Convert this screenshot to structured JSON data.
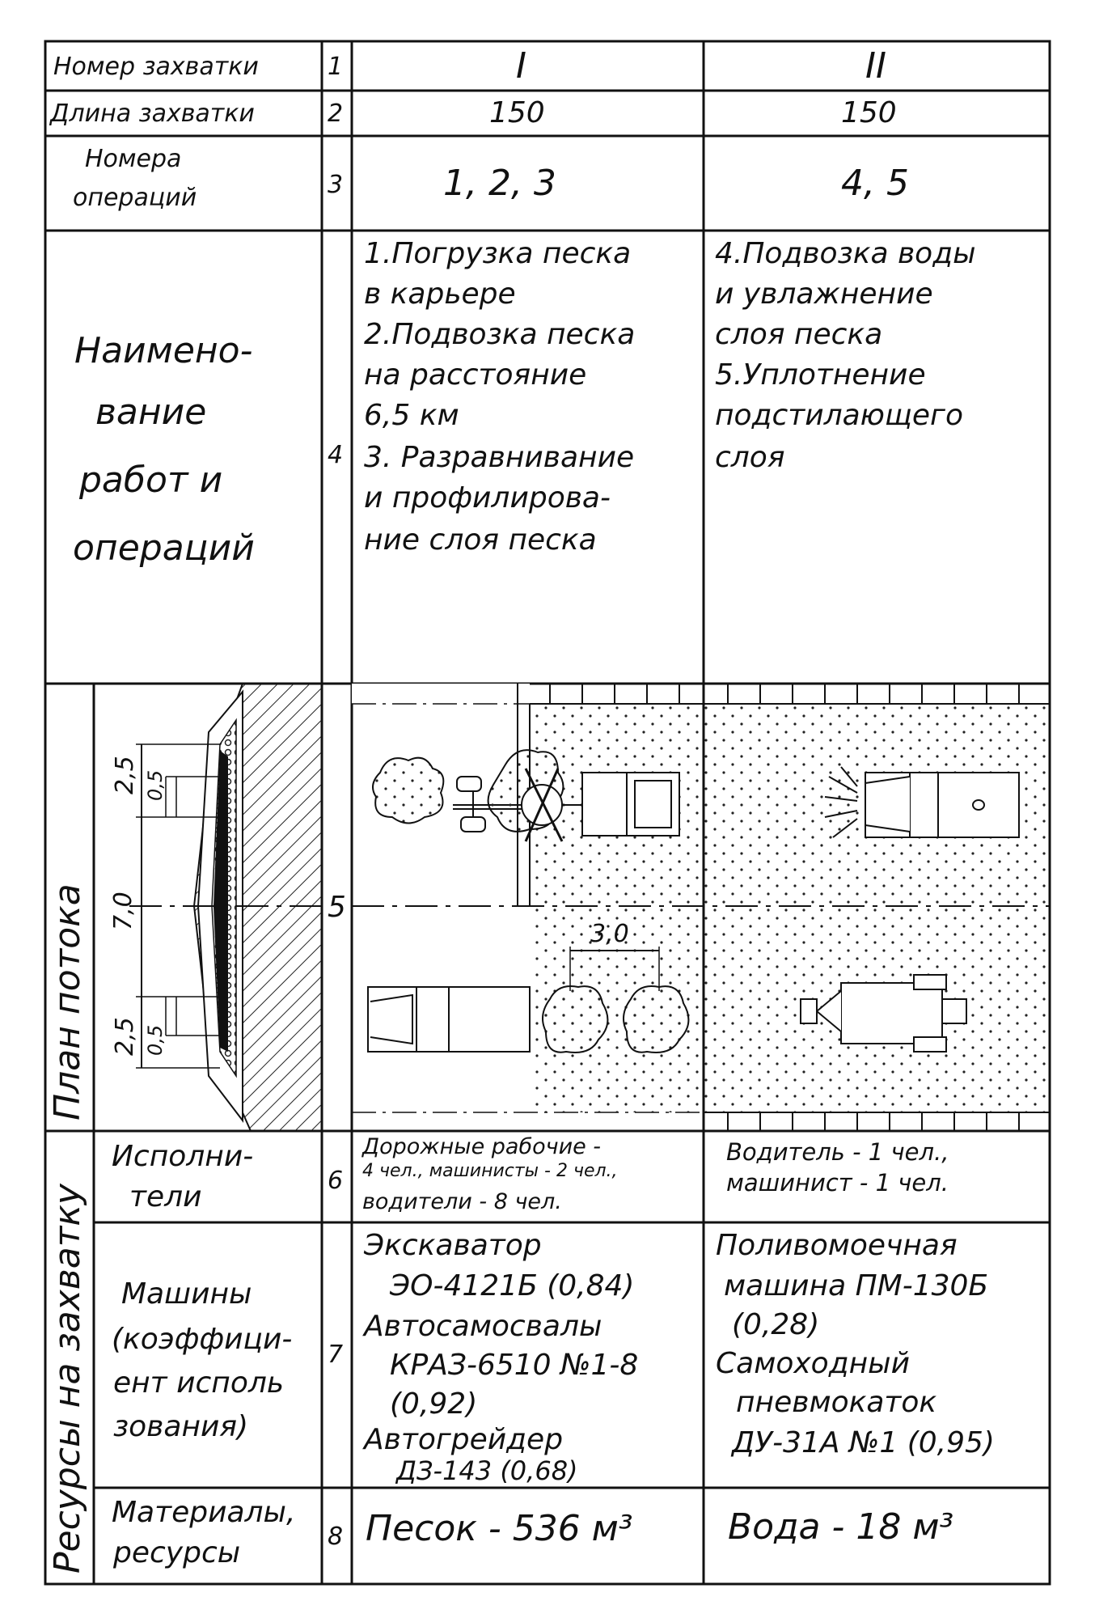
{
  "rows": {
    "r1": {
      "label": "Номер захватки",
      "num": "1",
      "c1": "I",
      "c2": "II"
    },
    "r2": {
      "label": "Длина захватки",
      "num": "2",
      "c1": "150",
      "c2": "150"
    },
    "r3": {
      "label1": "Номера",
      "label2": "операций",
      "num": "3",
      "c1": "1, 2, 3",
      "c2": "4, 5"
    },
    "r4": {
      "label": [
        "Наимено-",
        "вание",
        "работ и",
        "операций"
      ],
      "num": "4",
      "c1": [
        "1.Погрузка песка",
        "в карьере",
        "2.Подвозка песка",
        "на расстояние",
        "6,5 км",
        "3. Разравнивание",
        "и профилирова-",
        "ние слоя песка"
      ],
      "c2": [
        "4.Подвозка воды",
        "и увлажнение",
        "слоя песка",
        "5.Уплотнение",
        "подстилающего",
        "слоя"
      ]
    },
    "r5": {
      "side_label": "План потока",
      "num": "5",
      "dims": {
        "top_outer": "2,5",
        "top_inner": "0,5",
        "width": "7,0",
        "bot_outer": "2,5",
        "bot_inner": "0,5",
        "spacing": "3,0"
      }
    },
    "resources_label": "Ресурсы на захватку",
    "r6": {
      "label": [
        "Исполни-",
        "тели"
      ],
      "num": "6",
      "c1": [
        "Дорожные рабочие -",
        "4 чел., машинисты - 2 чел.,",
        "водители - 8 чел."
      ],
      "c2": [
        "Водитель - 1 чел.,",
        "машинист - 1 чел."
      ]
    },
    "r7": {
      "label": [
        "Машины",
        "(коэффици-",
        "ент исполь",
        "зования)"
      ],
      "num": "7",
      "c1": [
        "Экскаватор",
        "ЭО-4121Б (0,84)",
        "Автосамосвалы",
        "КРАЗ-6510 №1-8",
        "(0,92)",
        "Автогрейдер",
        "ДЗ-143 (0,68)"
      ],
      "c2": [
        "Поливомоечная",
        "машина ПМ-130Б",
        "(0,28)",
        "Самоходный",
        "пневмокаток",
        "ДУ-31А №1 (0,95)"
      ]
    },
    "r8": {
      "label": [
        "Материалы,",
        "ресурсы"
      ],
      "num": "8",
      "c1": "Песок - 536 м³",
      "c2": "Вода - 18 м³"
    }
  }
}
